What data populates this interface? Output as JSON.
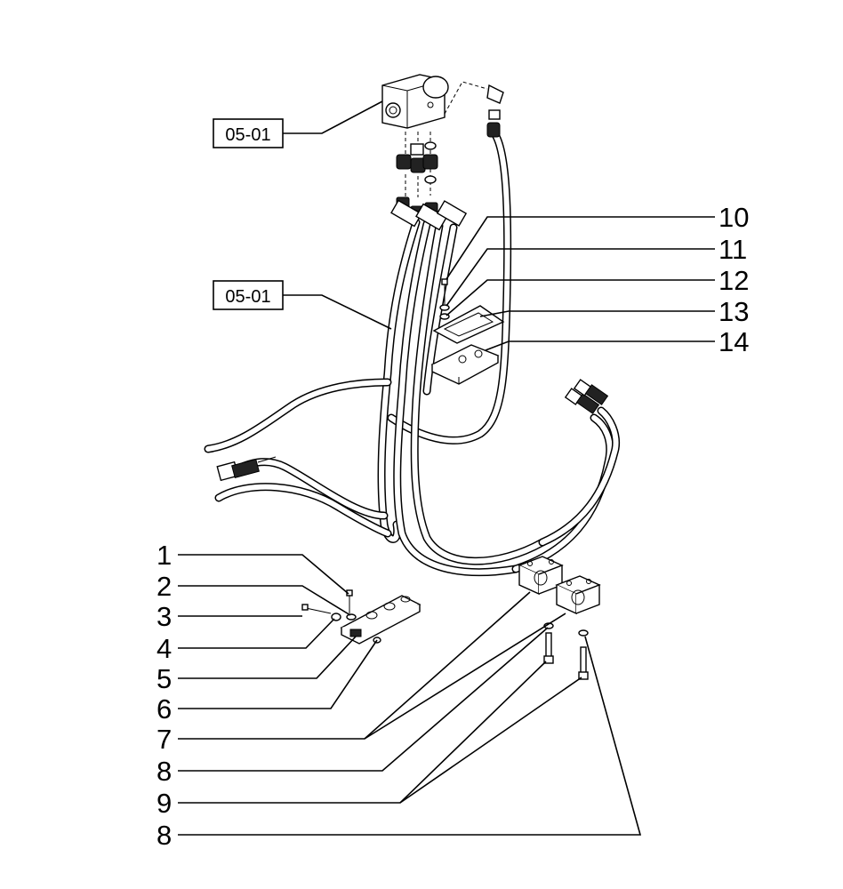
{
  "ref_boxes": [
    {
      "label": "05-01"
    },
    {
      "label": "05-01"
    }
  ],
  "callouts": [
    {
      "num": "10"
    },
    {
      "num": "11"
    },
    {
      "num": "12"
    },
    {
      "num": "13"
    },
    {
      "num": "14"
    },
    {
      "num": "1"
    },
    {
      "num": "2"
    },
    {
      "num": "3"
    },
    {
      "num": "4"
    },
    {
      "num": "5"
    },
    {
      "num": "6"
    },
    {
      "num": "7"
    },
    {
      "num": "8"
    },
    {
      "num": "9"
    },
    {
      "num": "8"
    }
  ]
}
